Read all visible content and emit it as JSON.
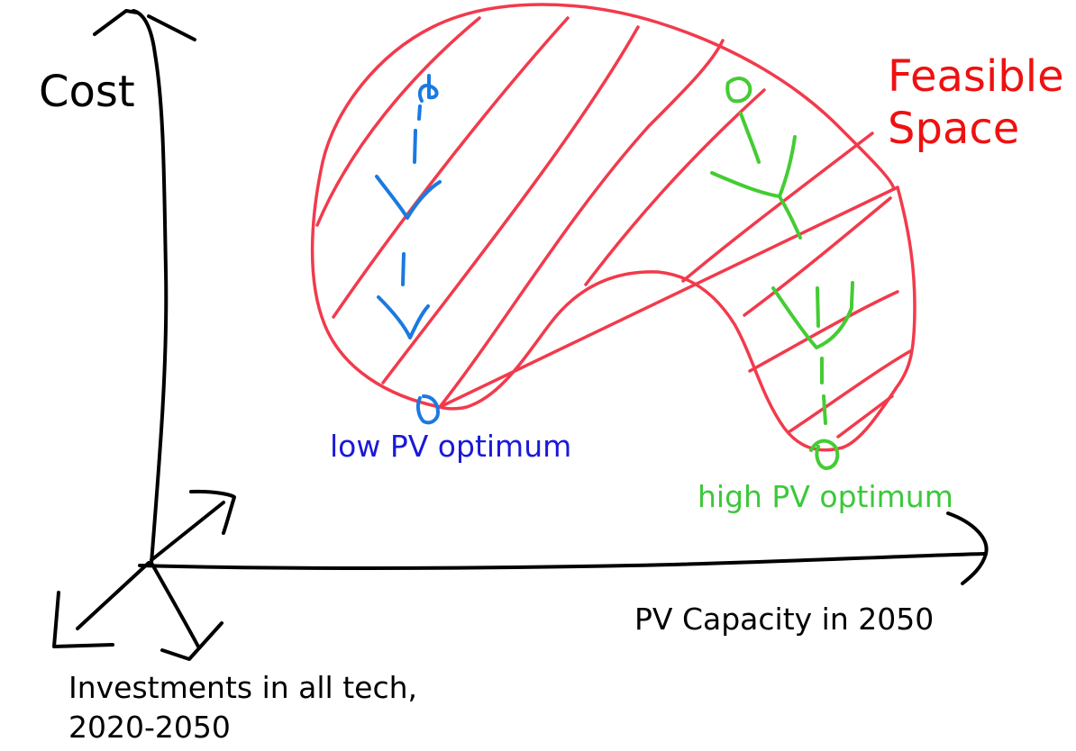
{
  "labels": {
    "cost_axis": "Cost",
    "pv_axis": "PV Capacity in 2050",
    "investments_axis_line1": "Investments in all tech,",
    "investments_axis_line2": "2020-2050",
    "feasible_line1": "Feasible",
    "feasible_line2": "Space",
    "low_optimum": "low PV optimum",
    "high_optimum": "high PV optimum"
  },
  "colors": {
    "axes": "#000000",
    "feasible_region": "#f23a4c",
    "feasible_text": "#ee1111",
    "low_path": "#1a7ae0",
    "low_text": "#1a1ad8",
    "high_path": "#44cc33",
    "high_text": "#3cc83a"
  }
}
